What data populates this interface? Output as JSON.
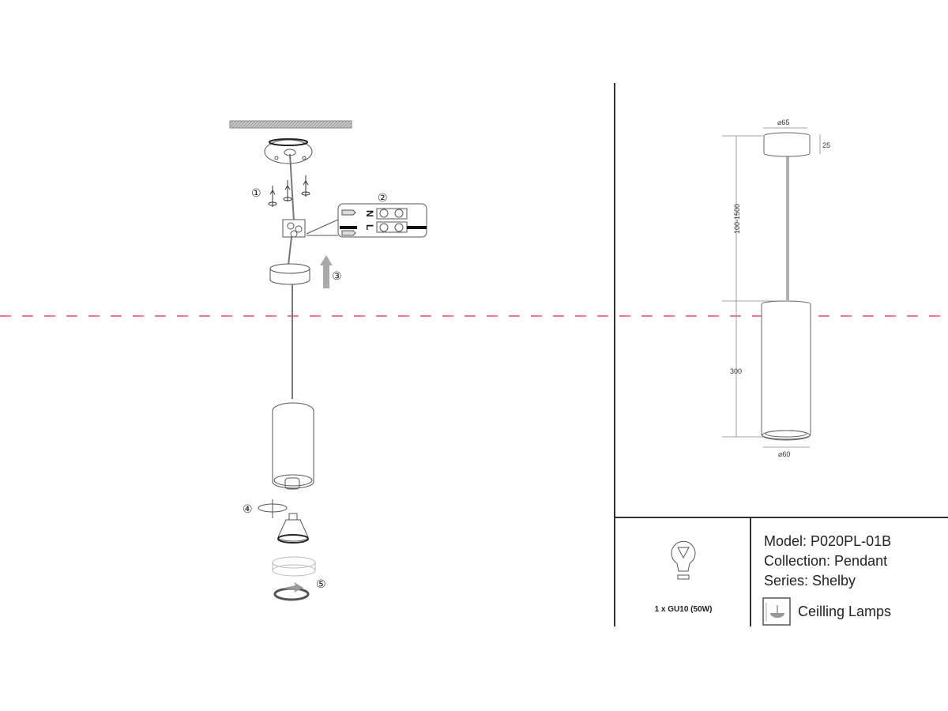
{
  "steps": [
    "①",
    "②",
    "③",
    "④",
    "⑤"
  ],
  "wiring": {
    "neutral": "N",
    "live": "L"
  },
  "dimensions": {
    "canopy_diameter": "⌀65",
    "canopy_height": "25",
    "cable_length": "100-1500",
    "shade_height": "300",
    "shade_diameter": "⌀60"
  },
  "bulb": {
    "label": "1 x GU10 (50W)"
  },
  "info": {
    "model": "Model: P020PL-01B",
    "collection": "Collection: Pendant",
    "series": "Series: Shelby",
    "category": "Ceilling Lamps"
  },
  "colors": {
    "guide_line": "#e2506e",
    "frame": "#333333"
  }
}
